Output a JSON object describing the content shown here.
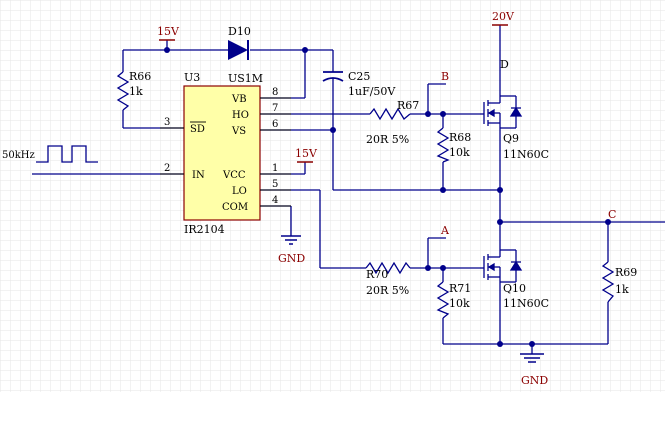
{
  "colors": {
    "wire": "#00008b",
    "power": "#8b0000",
    "ic_fill": "#ffffa8",
    "grid": "#e6e6e6",
    "text": "#000000"
  },
  "icons": {
    "power": "power-port-bar",
    "ground": "ground-symbol-lines"
  },
  "u3": {
    "designator": "U3",
    "part": "IR2104",
    "pins_left": [
      {
        "num": "3",
        "name": "SD"
      },
      {
        "num": "2",
        "name": "IN"
      }
    ],
    "pins_right": [
      {
        "num": "8",
        "name": "VB"
      },
      {
        "num": "7",
        "name": "HO"
      },
      {
        "num": "6",
        "name": "VS"
      },
      {
        "num": "1",
        "name": "VCC"
      },
      {
        "num": "5",
        "name": "LO"
      },
      {
        "num": "4",
        "name": "COM"
      }
    ]
  },
  "d10": {
    "designator": "D10",
    "part": "US1M"
  },
  "c25": {
    "designator": "C25",
    "value": "1uF/50V"
  },
  "r66": {
    "designator": "R66",
    "value": "1k"
  },
  "r67": {
    "designator": "R67",
    "value": "20R 5%"
  },
  "r68": {
    "designator": "R68",
    "value": "10k"
  },
  "r70": {
    "designator": "R70",
    "value": "20R 5%"
  },
  "r71": {
    "designator": "R71",
    "value": "10k"
  },
  "r69": {
    "designator": "R69",
    "value": "1k"
  },
  "q9": {
    "designator": "Q9",
    "part": "11N60C",
    "drain_label": "D"
  },
  "q10": {
    "designator": "Q10",
    "part": "11N60C"
  },
  "nets": {
    "v15_top": "15V",
    "v15_vcc": "15V",
    "v20": "20V",
    "gnd_ic": "GND",
    "gnd_bottom": "GND",
    "probe_b": "B",
    "probe_a": "A",
    "probe_c": "C"
  },
  "input_signal": "50kHz"
}
